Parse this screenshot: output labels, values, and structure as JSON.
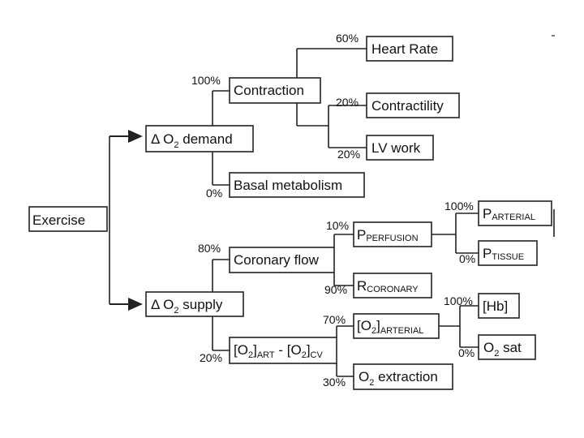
{
  "nodes": {
    "exercise": "Exercise",
    "o2_demand": {
      "delta": "Δ",
      "o": "O",
      "sub": "2",
      "rest": " demand"
    },
    "o2_supply": {
      "delta": "Δ",
      "o": "O",
      "sub": "2",
      "rest": " supply"
    },
    "contraction": "Contraction",
    "basal_metabolism": "Basal metabolism",
    "heart_rate": "Heart Rate",
    "contractility": "Contractility",
    "lv_work": "LV work",
    "coronary_flow": "Coronary flow",
    "p_perfusion": {
      "main": "P",
      "sub": "PERFUSION"
    },
    "r_coronary": {
      "main": "R",
      "sub": "CORONARY"
    },
    "p_arterial": {
      "main": "P",
      "sub": "ARTERIAL"
    },
    "p_tissue": {
      "main": "P",
      "sub": "TISSUE"
    },
    "o2_art_cv": {
      "a": "[O",
      "a_sub": "2",
      "b": "]",
      "b_sub": "ART",
      "c": " - [O",
      "c_sub": "2",
      "d": "]",
      "d_sub": "CV"
    },
    "o2_arterial": {
      "a": "[O",
      "a_sub": "2",
      "b": "]",
      "b_sub": "ARTERIAL"
    },
    "o2_extraction": {
      "a": "O",
      "a_sub": "2",
      "b": " extraction"
    },
    "hb": "[Hb]",
    "o2_sat": {
      "a": "O",
      "a_sub": "2",
      "b": " sat"
    }
  },
  "percentages": {
    "contraction": "100%",
    "basal_metabolism": "0%",
    "heart_rate": "60%",
    "contractility": "20%",
    "lv_work": "20%",
    "coronary_flow": "80%",
    "o2_art_cv": "20%",
    "p_perfusion": "10%",
    "r_coronary": "90%",
    "p_arterial": "100%",
    "p_tissue": "0%",
    "o2_arterial": "70%",
    "o2_extraction": "30%",
    "hb": "100%",
    "o2_sat": "0%"
  }
}
